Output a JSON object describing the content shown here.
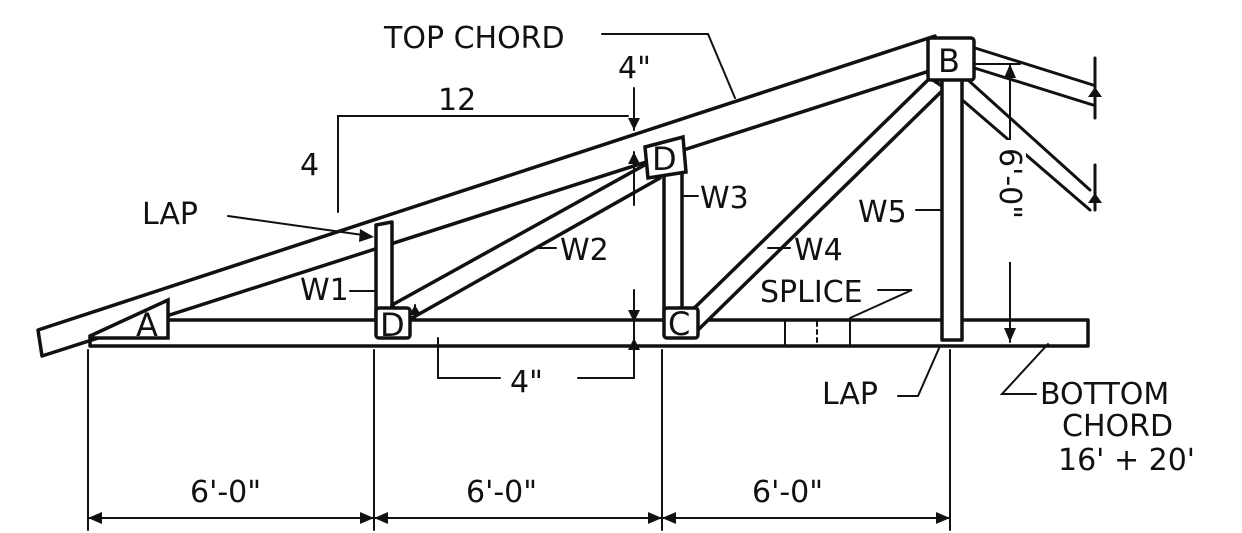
{
  "labels": {
    "top_chord": "TOP CHORD",
    "pitch_run": "12",
    "pitch_rise": "4",
    "top_offset": "4\"",
    "lap_left": "LAP",
    "w1": "W1",
    "w2": "W2",
    "w3": "W3",
    "w4": "W4",
    "w5": "W5",
    "splice": "SPLICE",
    "lap_bottom": "LAP",
    "bottom_chord_line1": "BOTTOM",
    "bottom_chord_line2": "CHORD",
    "bottom_chord_line3": "16' + 20'",
    "height": "6'-0\"",
    "bottom_offset": "4\""
  },
  "joints": {
    "a": "A",
    "b": "B",
    "c": "C",
    "d_bottom": "D",
    "d_top": "D"
  },
  "spans": {
    "span1": "6'-0\"",
    "span2": "6'-0\"",
    "span3": "6'-0\""
  },
  "colors": {
    "ink": "#111111",
    "paper": "#ffffff"
  }
}
